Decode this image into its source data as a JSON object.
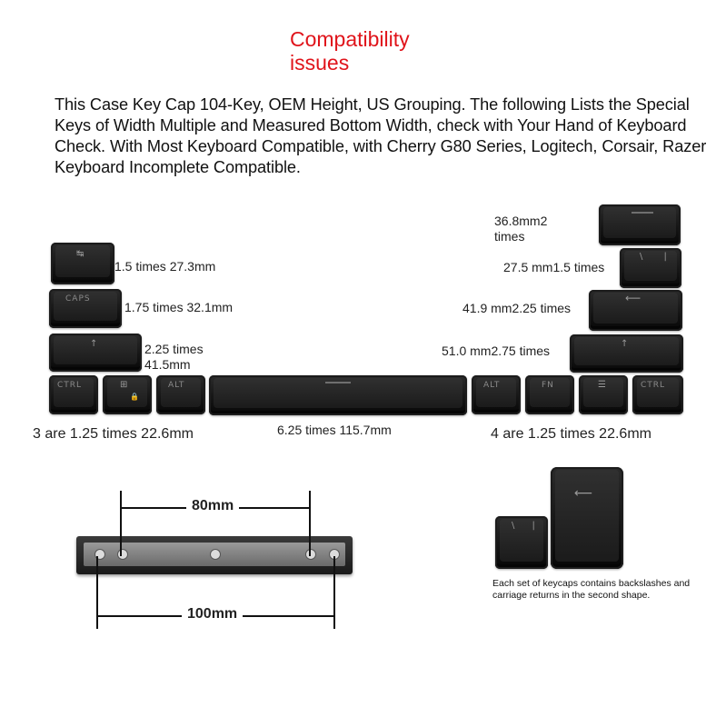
{
  "title": "Compatibility issues",
  "intro": "This Case Key Cap 104-Key, OEM Height, US Grouping. The following Lists the Special Keys of Width Multiple and Measured Bottom Width, check with Your Hand of Keyboard Check. With Most Keyboard Compatible, with Cherry G80 Series, Logitech, Corsair, Razer Keyboard Incomplete Compatible.",
  "labels": {
    "l_1_5": "1.5 times 27.3mm",
    "l_1_75": "1.75 times 32.1mm",
    "l_2_25": "2.25 times 41.5mm",
    "r_2": "36.8mm2 times",
    "r_1_5": "27.5 mm1.5 times",
    "r_2_25": "41.9 mm2.25 times",
    "r_2_75": "51.0 mm2.75 times",
    "bottom_left": "3 are 1.25 times 22.6mm",
    "bottom_space": "6.25 times 115.7mm",
    "bottom_right": "4 are 1.25 times 22.6mm"
  },
  "key_legends": {
    "caps": "CAPS",
    "ctrl": "CTRL",
    "alt": "ALT",
    "fn": "FN"
  },
  "icons": {
    "shift": "arrow-up-icon",
    "enter": "enter-arrow-icon",
    "backslash": "backslash-icon",
    "windows": "windows-icon",
    "menu": "menu-icon"
  },
  "dimensions": {
    "inner": "80mm",
    "outer": "100mm"
  },
  "note": "Each set of keycaps contains backslashes and carriage returns in the second shape."
}
